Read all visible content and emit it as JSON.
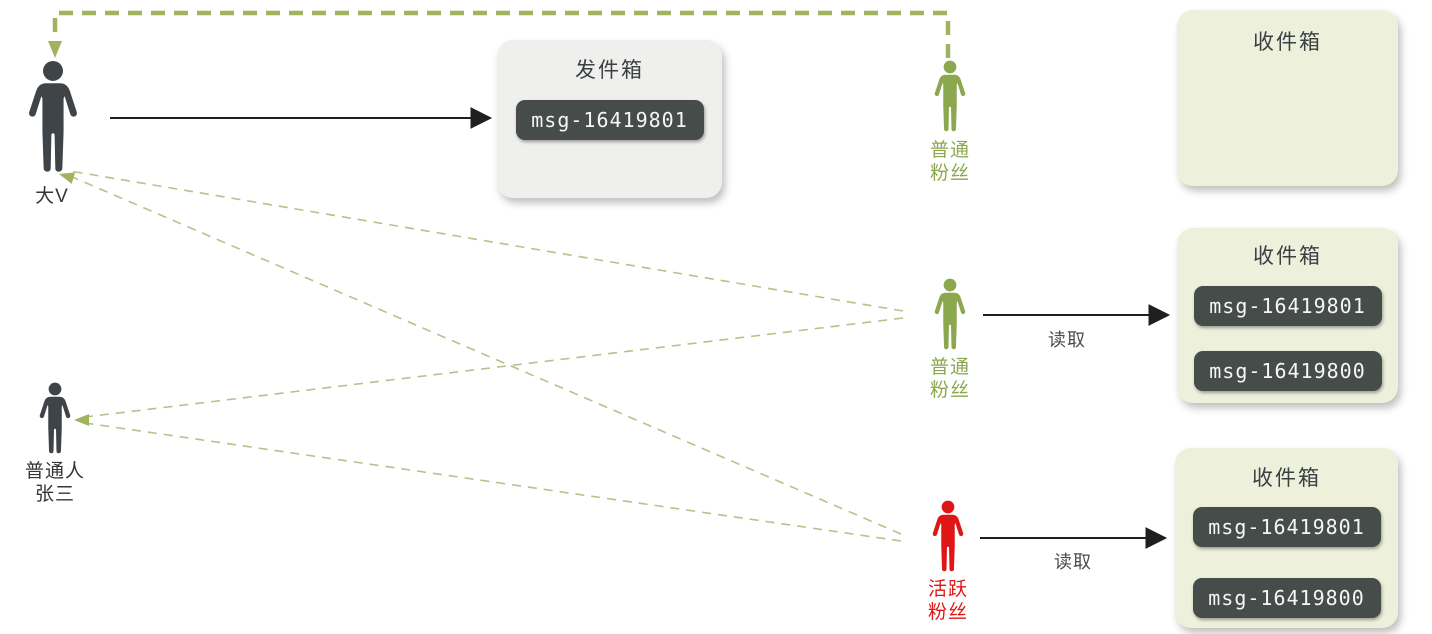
{
  "actors": {
    "big_v": {
      "label": "大V"
    },
    "zhang_san": {
      "line1": "普通人",
      "line2": "张三"
    },
    "fan_top": {
      "line1": "普通",
      "line2": "粉丝"
    },
    "fan_middle": {
      "line1": "普通",
      "line2": "粉丝"
    },
    "fan_active": {
      "line1": "活跃",
      "line2": "粉丝"
    }
  },
  "outbox": {
    "title": "发件箱",
    "messages": [
      "msg-16419801"
    ]
  },
  "inboxes": {
    "top": {
      "title": "收件箱",
      "messages": []
    },
    "middle": {
      "title": "收件箱",
      "messages": [
        "msg-16419801",
        "msg-16419800"
      ]
    },
    "bottom": {
      "title": "收件箱",
      "messages": [
        "msg-16419801",
        "msg-16419800"
      ]
    }
  },
  "edges": {
    "read_middle": "读取",
    "read_bottom": "读取"
  },
  "colors": {
    "green": "#8ba84f",
    "red": "#e01616",
    "dark": "#3f4448",
    "dash_thick": "#a0b45e",
    "dash_thin": "#b6c28d",
    "arrow": "#1f1f1f",
    "outbox_bg": "#efefed",
    "inbox_bg": "#edf1dc",
    "pill_bg": "#454c49",
    "pill_text": "#f6f6f3",
    "title": "#3b4043",
    "label_dark": "#333638",
    "edge_label": "#4c4c4c"
  }
}
